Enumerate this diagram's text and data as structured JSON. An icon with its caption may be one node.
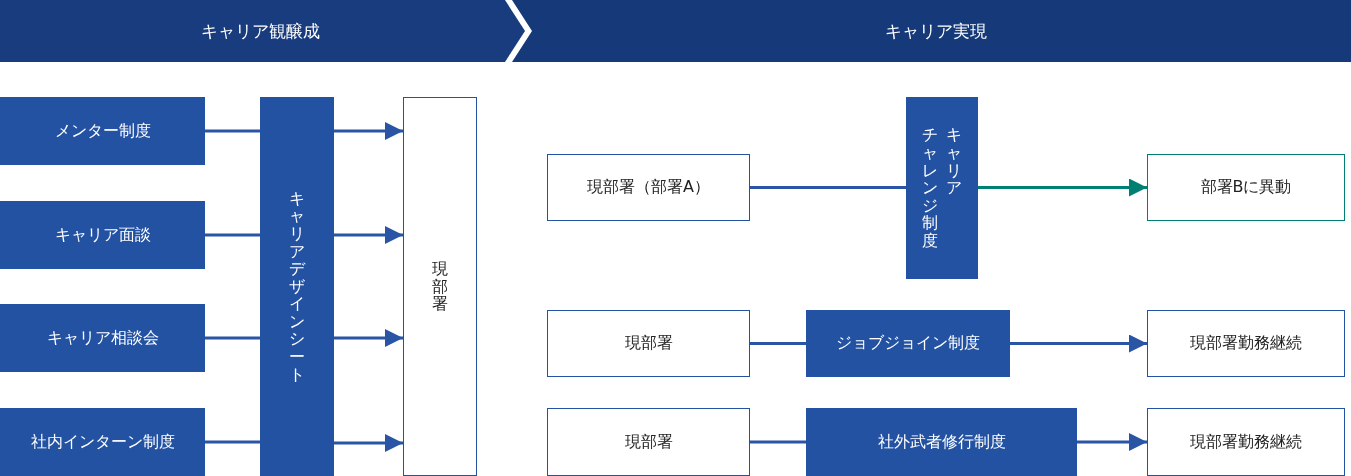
{
  "diagram": {
    "nodes": [
      {
        "text": [
          "キャリア観醸成"
        ]
      },
      {
        "text": [
          "キャリア実現"
        ]
      },
      {
        "text": [
          "メンター制度"
        ]
      },
      {
        "text": [
          "キャリア面談"
        ]
      },
      {
        "text": [
          "キャリア相談会"
        ]
      },
      {
        "text": [
          "社内インターン制度"
        ]
      },
      {
        "text": [
          "キャリアデザインシート"
        ]
      },
      {
        "text": [
          "現部署"
        ]
      },
      {
        "text": [
          "現部署（部署A）"
        ]
      },
      {
        "text": [
          "キャリアチャレンジ制度"
        ]
      },
      {
        "text": [
          "部署Bに異動"
        ]
      },
      {
        "text": [
          "現部署"
        ]
      },
      {
        "text": [
          "ジョブジョイン制度"
        ]
      },
      {
        "text": [
          "現部署勤務継続"
        ]
      },
      {
        "text": [
          "現部署"
        ]
      },
      {
        "text": [
          "社外武者修行制度"
        ]
      },
      {
        "text": [
          "現部署勤務継続"
        ]
      }
    ],
    "edges": [
      {
        "from": 2,
        "to": 6,
        "arrow": "none"
      },
      {
        "from": 3,
        "to": 6,
        "arrow": "none"
      },
      {
        "from": 4,
        "to": 6,
        "arrow": "none"
      },
      {
        "from": 5,
        "to": 6,
        "arrow": "none"
      },
      {
        "from": 6,
        "to": 7,
        "arrow": "to"
      },
      {
        "from": 6,
        "to": 7,
        "arrow": "to"
      },
      {
        "from": 6,
        "to": 7,
        "arrow": "to"
      },
      {
        "from": 6,
        "to": 7,
        "arrow": "to"
      },
      {
        "from": 8,
        "to": 9,
        "arrow": "none"
      },
      {
        "from": 9,
        "to": 10,
        "arrow": "to",
        "color": "#007f73"
      },
      {
        "from": 11,
        "to": 12,
        "arrow": "none"
      },
      {
        "from": 12,
        "to": 13,
        "arrow": "to"
      },
      {
        "from": 14,
        "to": 15,
        "arrow": "none"
      },
      {
        "from": 15,
        "to": 16,
        "arrow": "to"
      }
    ]
  }
}
